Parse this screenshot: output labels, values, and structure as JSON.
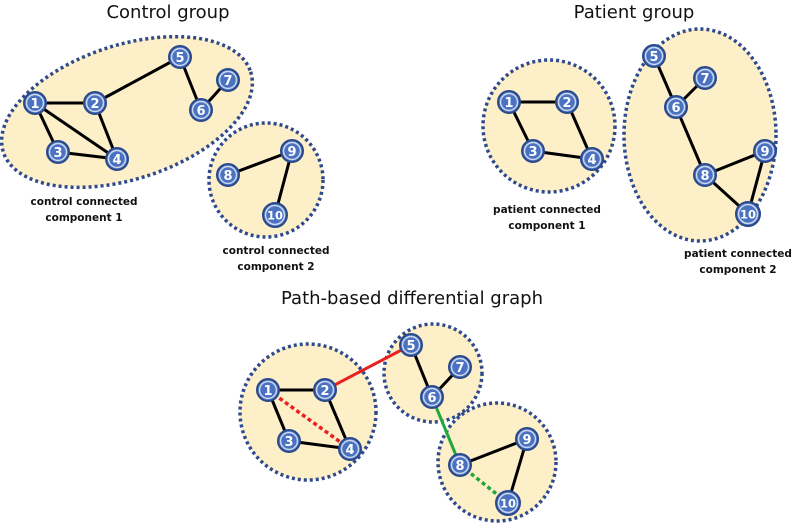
{
  "titles": {
    "control": "Control group",
    "patient": "Patient group",
    "differential": "Path-based differential graph"
  },
  "captions": {
    "control_cc1": [
      "control connected",
      "component 1"
    ],
    "control_cc2": [
      "control connected",
      "component 2"
    ],
    "patient_cc1": [
      "patient connected",
      "component 1"
    ],
    "patient_cc2": [
      "patient connected",
      "component 2"
    ]
  },
  "colors": {
    "blob_fill": "#fdefc8",
    "blob_border": "#2e4a8c",
    "node_fill": "#4a72c0",
    "edge": "#000000",
    "edge_red": "#e8201f",
    "edge_green": "#22a83a"
  },
  "node_labels": [
    "1",
    "2",
    "3",
    "4",
    "5",
    "6",
    "7",
    "8",
    "9",
    "10"
  ]
}
